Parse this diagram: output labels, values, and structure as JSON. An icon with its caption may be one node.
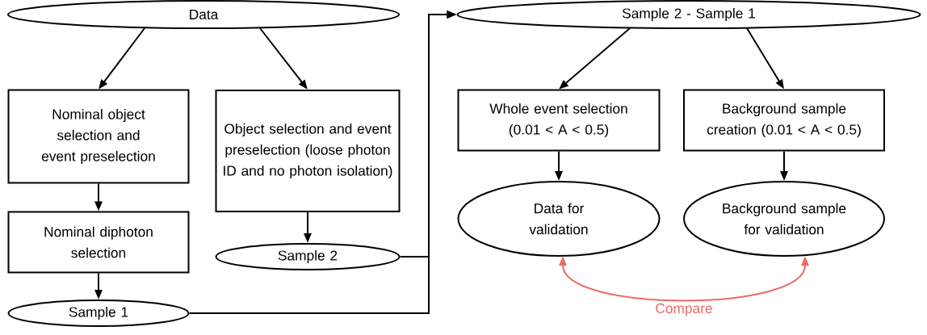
{
  "diagram": {
    "nodes": [
      {
        "text": [
          "Data"
        ]
      },
      {
        "text": [
          "Nominal object selection and event preselection"
        ]
      },
      {
        "text": [
          "Object selection and event preselection (loose photon ID and no photon isolation)"
        ]
      },
      {
        "text": [
          "Nominal diphoton selection"
        ]
      },
      {
        "text": [
          "Sample 2"
        ]
      },
      {
        "text": [
          "Sample 1"
        ]
      },
      {
        "text": [
          "Sample 2 - Sample 1"
        ]
      },
      {
        "text": [
          "Whole event selection (0.01 < A < 0.5)"
        ]
      },
      {
        "text": [
          "Background sample creation (0.01 < A < 0.5)"
        ]
      },
      {
        "text": [
          "Data for validation"
        ]
      },
      {
        "text": [
          "Background sample for validation"
        ]
      }
    ],
    "edges": [
      {
        "from": 0,
        "to": 1,
        "arrow": "to"
      },
      {
        "from": 0,
        "to": 2,
        "arrow": "to"
      },
      {
        "from": 1,
        "to": 3,
        "arrow": "to"
      },
      {
        "from": 3,
        "to": 5,
        "arrow": "to"
      },
      {
        "from": 2,
        "to": 4,
        "arrow": "to"
      },
      {
        "from": 5,
        "to": 6,
        "arrow": "to"
      },
      {
        "from": 4,
        "to": 6,
        "arrow": "to"
      },
      {
        "from": 6,
        "to": 7,
        "arrow": "to"
      },
      {
        "from": 6,
        "to": 8,
        "arrow": "to"
      },
      {
        "from": 7,
        "to": 9,
        "arrow": "to"
      },
      {
        "from": 8,
        "to": 10,
        "arrow": "to"
      },
      {
        "from": 9,
        "to": 10,
        "arrow": "both",
        "label": "Compare",
        "color": "#ea6b66"
      }
    ]
  }
}
